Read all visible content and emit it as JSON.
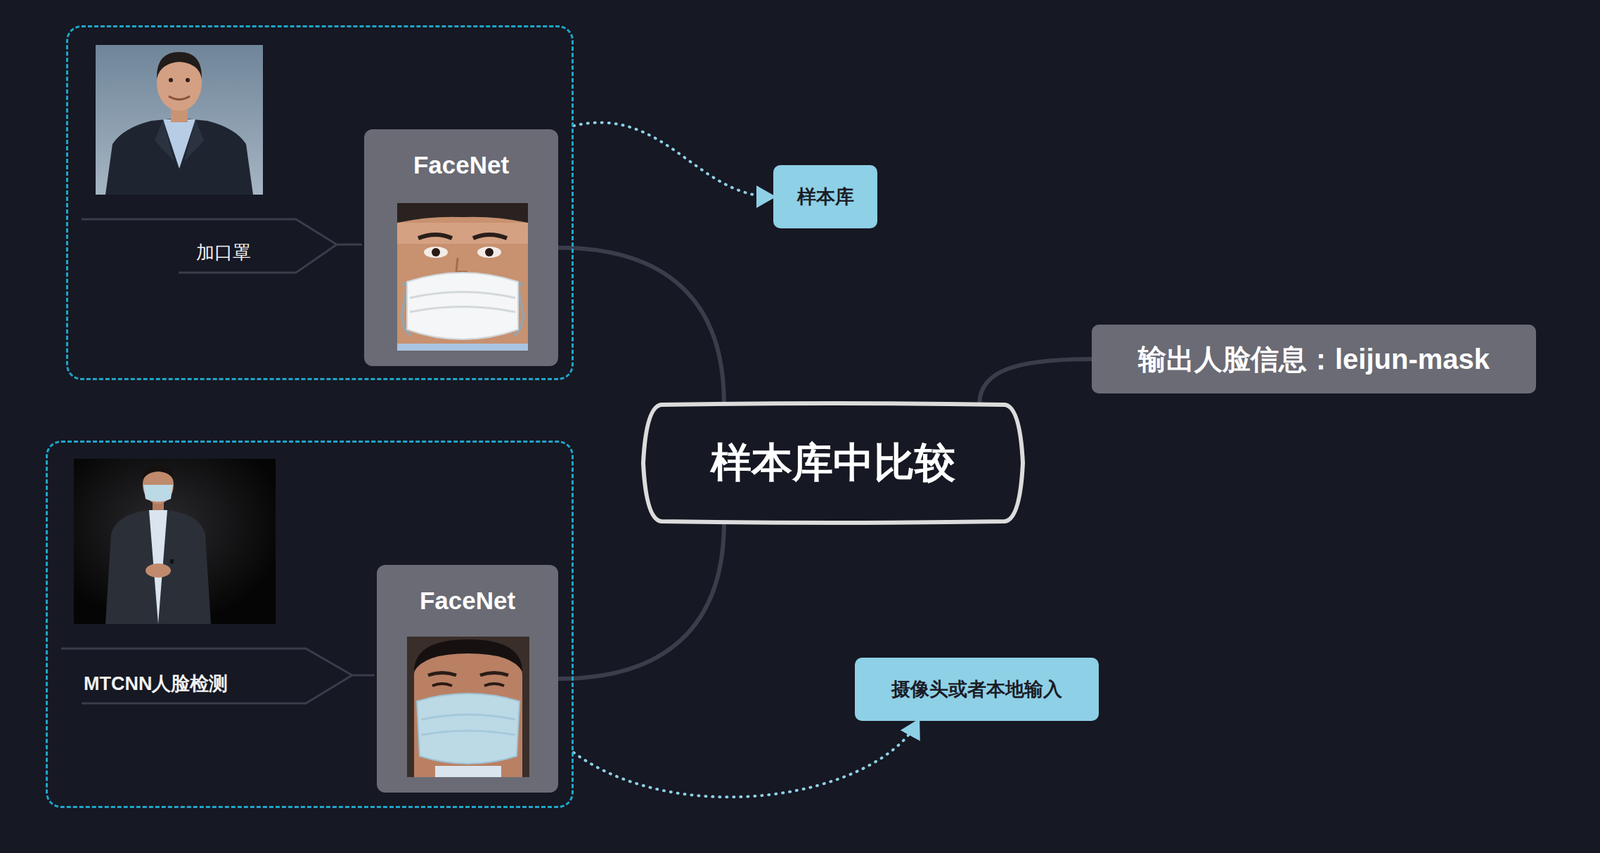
{
  "diagram": {
    "nodes": [
      {
        "text": [
          "加口罩"
        ]
      },
      {
        "text": [
          "FaceNet"
        ],
        "in": 0
      },
      {
        "text": [
          "样本库"
        ]
      },
      {
        "text": [
          "MTCNN人脸检测"
        ]
      },
      {
        "text": [
          "FaceNet"
        ],
        "in": 3
      },
      {
        "text": [
          "摄像头或者本地输入"
        ]
      },
      {
        "text": [
          "样本库中比较"
        ]
      },
      {
        "text": [
          "输出人脸信息：leijun-mask"
        ]
      }
    ],
    "edges": [
      {
        "from": 0,
        "to": 2,
        "arrow": "to"
      },
      {
        "from": 3,
        "to": 5,
        "arrow": "to"
      },
      {
        "from": 1,
        "to": 6,
        "arrow": "none"
      },
      {
        "from": 4,
        "to": 6,
        "arrow": "none"
      },
      {
        "from": 6,
        "to": 7,
        "arrow": "none"
      }
    ]
  }
}
